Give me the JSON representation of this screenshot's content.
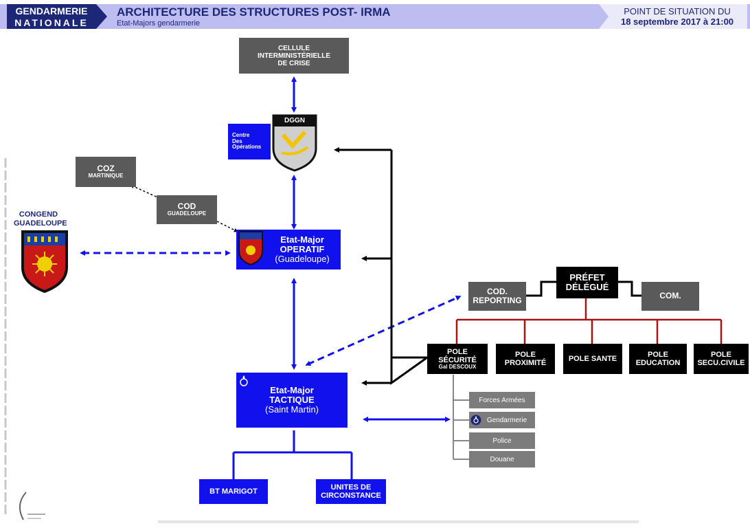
{
  "header": {
    "logo_line1": "GENDARMERIE",
    "logo_line2": "NATIONALE",
    "title": "ARCHITECTURE DES STRUCTURES POST- IRMA",
    "subtitle": "Etat-Majors gendarmerie",
    "date_line1": "POINT DE SITUATION DU",
    "date_line2": "18 septembre 2017 à 21:00"
  },
  "nodes": {
    "cellule": [
      "CELLULE",
      "INTERMINISTÉRIELLE",
      "DE CRISE"
    ],
    "dggn": "DGGN",
    "centre_ops": [
      "Centre",
      "Des",
      "Opérations"
    ],
    "coz": [
      "COZ",
      "MARTINIQUE"
    ],
    "cod": [
      "COD",
      "GUADELOUPE"
    ],
    "congend": [
      "CONGEND",
      "GUADELOUPE"
    ],
    "em_operatif": [
      "Etat-Major",
      "OPERATIF",
      "(Guadeloupe)"
    ],
    "em_tactique": [
      "Etat-Major",
      "TACTIQUE",
      "(Saint Martin)"
    ],
    "bt_marigot": "BT MARIGOT",
    "unites": [
      "UNITES DE",
      "CIRCONSTANCE"
    ],
    "prefet": [
      "PRÉFET",
      "DÉLÉGUÉ"
    ],
    "cod_reporting": [
      "COD.",
      "REPORTING"
    ],
    "com": "COM.",
    "pole_securite": [
      "POLE",
      "SÉCURITÉ",
      "Gal DESCOUX"
    ],
    "pole_proximite": [
      "POLE",
      "PROXIMITÉ"
    ],
    "pole_sante": "POLE SANTE",
    "pole_education": [
      "POLE",
      "EDUCATION"
    ],
    "pole_secu_civile": [
      "POLE",
      "SECU.CIVILE"
    ],
    "forces_armees": "Forces Armées",
    "gendarmerie": "Gendarmerie",
    "police": "Police",
    "douane": "Douane"
  },
  "colors": {
    "navy": "#1d2778",
    "blue": "#1111ee",
    "dark_grey": "#5a5a5a",
    "red_line": "#aa1111",
    "black": "#000000"
  },
  "icons": [
    "dggn-shield-icon",
    "guadeloupe-crest-icon",
    "gendarmerie-grenade-icon"
  ]
}
